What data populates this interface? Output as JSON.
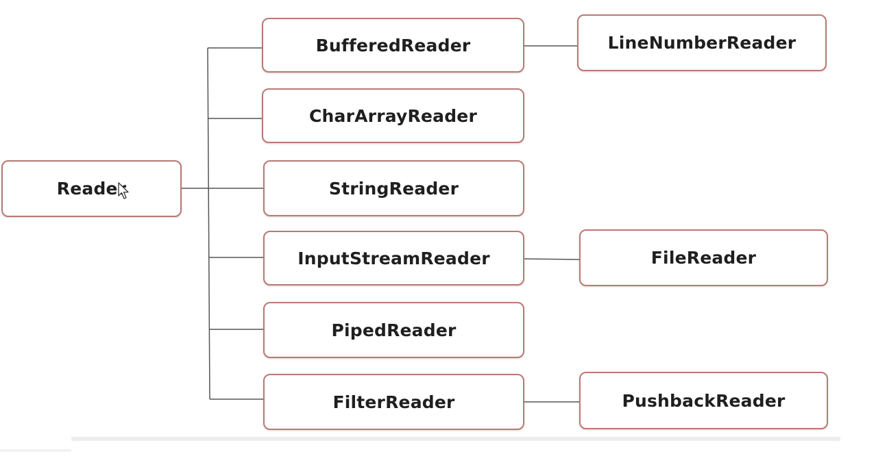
{
  "nodes": {
    "reader": "Reader",
    "buffered_reader": "BufferedReader",
    "line_number_reader": "LineNumberReader",
    "char_array_reader": "CharArrayReader",
    "string_reader": "StringReader",
    "input_stream_reader": "InputStreamReader",
    "file_reader": "FileReader",
    "piped_reader": "PipedReader",
    "filter_reader": "FilterReader",
    "pushback_reader": "PushbackReader"
  },
  "colors": {
    "node_border": "#b87a74",
    "connector": "#555555",
    "text": "#1f1f1f"
  }
}
